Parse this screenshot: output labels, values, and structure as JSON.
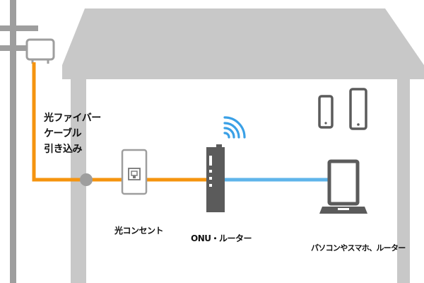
{
  "labels": {
    "fiber_lines": [
      "光ファイバー",
      "ケーブル",
      "引き込み"
    ],
    "outlet": "光コンセント",
    "onu_router": "ONU・ルーター",
    "devices": "パソコンやスマホ、ルーター"
  },
  "icons": {
    "utility_pole": "utility-pole-icon",
    "fiber_box": "fiber-termination-box-icon",
    "outlet": "optical-outlet-icon",
    "onu": "onu-router-icon",
    "wifi": "wifi-icon",
    "laptop": "laptop-icon",
    "phone": "smartphone-icon",
    "tablet": "tablet-icon"
  },
  "colors": {
    "house": "#c8c8c8",
    "pole": "#9e9e9e",
    "fiber": "#f5940f",
    "lan": "#5fb4ea",
    "wifi": "#3aa0e6",
    "device": "#5b5b5b"
  }
}
